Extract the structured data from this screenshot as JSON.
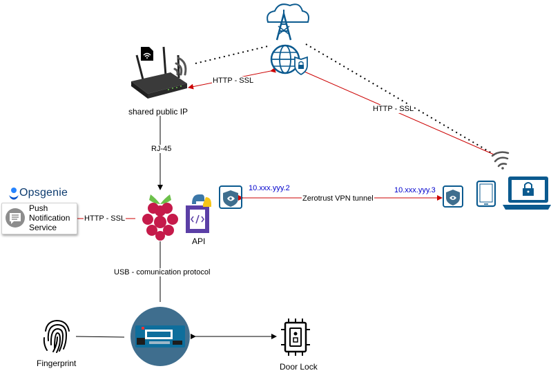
{
  "labels": {
    "router": "shared public IP",
    "router_cloud_link": "HTTP - SSL",
    "cloud_laptop_link": "HTTP - SSL",
    "rj45": "RJ-45",
    "pi_push_link": "HTTP - SSL",
    "api": "API",
    "usb": "USB - comunication protocol",
    "fingerprint": "Fingerprint",
    "door_lock": "Door Lock",
    "vpn_tunnel": "Zerotrust VPN tunnel",
    "ip_local": "10.xxx.yyy.2",
    "ip_remote": "10.xxx.yyy.3",
    "opsgenie": "Opsgenie",
    "push_line1": "Push",
    "push_line2": "Notification",
    "push_line3": "Service"
  },
  "icons": {
    "cloud_tower": "cloud-tower-icon",
    "globe_shield": "globe-shield-icon",
    "router": "router-icon",
    "sim": "sim-card-icon",
    "raspberry": "raspberry-pi-icon",
    "python_api": "python-api-icon",
    "arduino": "arduino-board-icon",
    "fingerprint": "fingerprint-icon",
    "door_lock": "door-lock-icon",
    "vpn": "vpn-shield-icon",
    "tablet": "tablet-icon",
    "laptop": "laptop-lock-icon",
    "wifi": "wifi-icon"
  },
  "colors": {
    "link_red": "#cc0000",
    "ip_blue": "#0000cc",
    "device_blue": "#0b5a8f",
    "raspberry": "#c51a4a",
    "leaf": "#6cc04a"
  }
}
